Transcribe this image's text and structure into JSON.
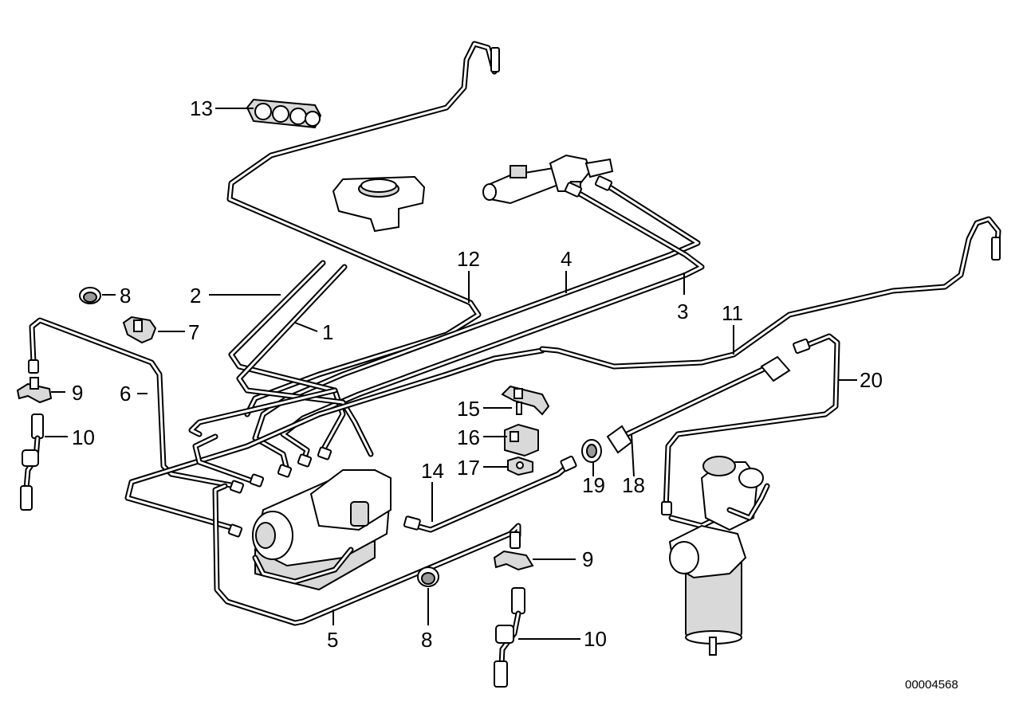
{
  "document_number": "00004568",
  "callouts": {
    "c1": "1",
    "c2": "2",
    "c3": "3",
    "c4": "4",
    "c5": "5",
    "c6": "6",
    "c7": "7",
    "c8a": "8",
    "c8b": "8",
    "c9a": "9",
    "c9b": "9",
    "c10a": "10",
    "c10b": "10",
    "c11": "11",
    "c12": "12",
    "c13": "13",
    "c14": "14",
    "c15": "15",
    "c16": "16",
    "c17": "17",
    "c18": "18",
    "c19": "19",
    "c20": "20"
  }
}
